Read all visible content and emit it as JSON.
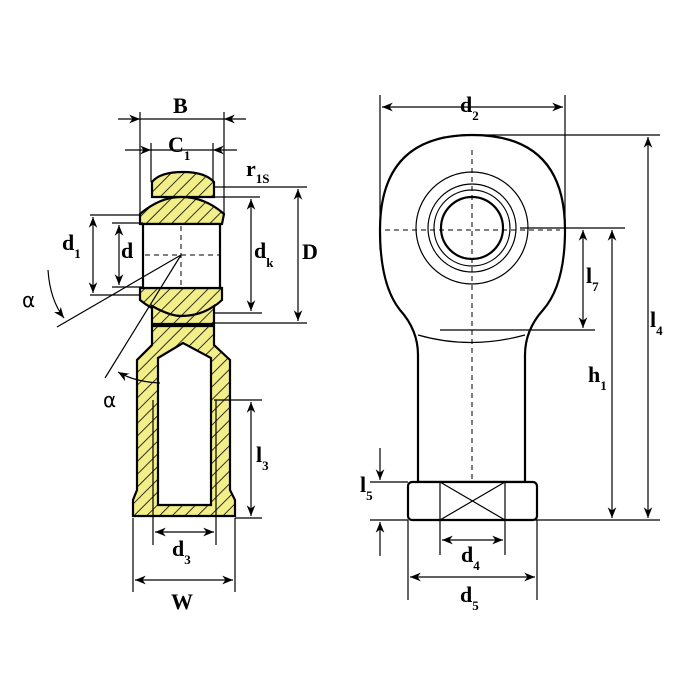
{
  "colors": {
    "fill": "#f2ee8a",
    "line": "#000000"
  },
  "left_view": {
    "B": {
      "main": "B",
      "sub": ""
    },
    "C1": {
      "main": "C",
      "sub": "1"
    },
    "r1s": {
      "main": "r",
      "sub": "1S"
    },
    "d1": {
      "main": "d",
      "sub": "1"
    },
    "d": {
      "main": "d",
      "sub": ""
    },
    "dk": {
      "main": "d",
      "sub": "k"
    },
    "D": {
      "main": "D",
      "sub": ""
    },
    "alpha1": "α",
    "alpha2": "α",
    "l3": {
      "main": "l",
      "sub": "3"
    },
    "d3": {
      "main": "d",
      "sub": "3"
    },
    "W": {
      "main": "W",
      "sub": ""
    }
  },
  "right_view": {
    "d2": {
      "main": "d",
      "sub": "2"
    },
    "l4": {
      "main": "l",
      "sub": "4"
    },
    "l7": {
      "main": "l",
      "sub": "7"
    },
    "h1": {
      "main": "h",
      "sub": "1"
    },
    "l5": {
      "main": "l",
      "sub": "5"
    },
    "d4": {
      "main": "d",
      "sub": "4"
    },
    "d5": {
      "main": "d",
      "sub": "5"
    }
  }
}
